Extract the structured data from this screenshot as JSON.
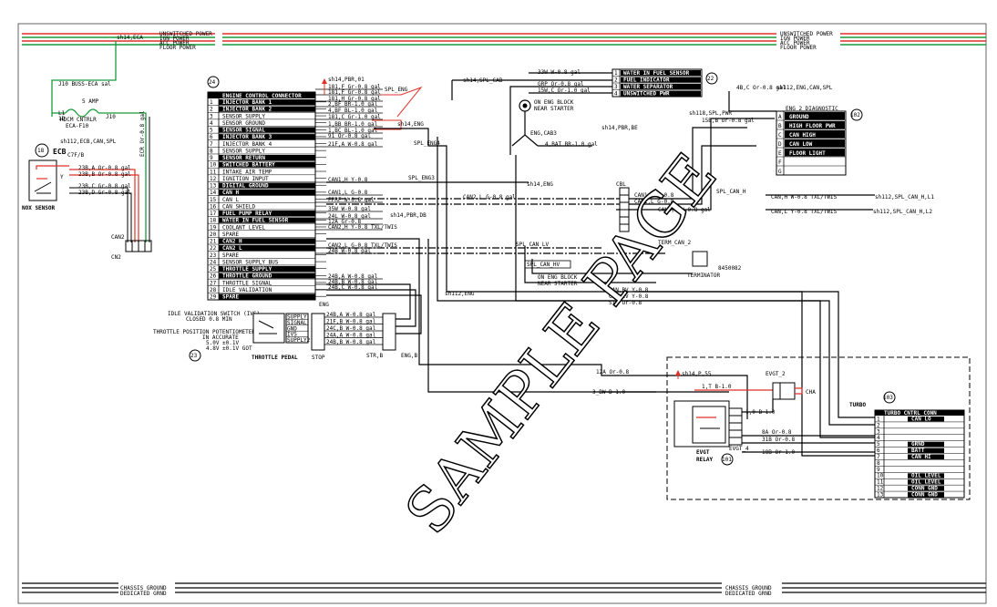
{
  "top_bus": {
    "labels_left": [
      "UNSWITCHED POWER",
      "IGN POWER",
      "ACC POWER",
      "FLOOR POWER"
    ],
    "labels_right": [
      "UNSWITCHED POWER",
      "IGN POWER",
      "ACC POWER",
      "FLOOR POWER"
    ],
    "colors": [
      "#e0322a",
      "#1a9a3a",
      "#e0322a",
      "#1a9a3a"
    ]
  },
  "bottom_bus": {
    "labels_left": [
      "CHASSIS GROUND",
      "DEDICATED GRND"
    ],
    "labels_right": [
      "CHASSIS GROUND",
      "DEDICATED GRND"
    ]
  },
  "left_area": {
    "fuse_ref": "sh14,ECA",
    "fuse_label": "J10 BUSS-ECA sal",
    "fuse_amp": "5 AMP",
    "fuse_name": "HDCM CNTRLR",
    "fuse_sub": "ECA-F10",
    "fuse_pins": [
      "L1",
      "1D",
      "J10"
    ],
    "connector_ecb": "ECB",
    "connector_ecb_sub": "C7F/B",
    "callout_18": "18",
    "sensor_lines": [
      "sh112,ECB,CAN,SPL",
      "Y",
      "23B,A Or-0.8 gal",
      "23B,B Or-0.8 gal",
      "23B,C Gr-0.8 gal",
      "23B,D Gr-0.8 gal"
    ],
    "sensor_name": "NOX SENSOR",
    "vertical_wire": "ECR Or-0.8 gal",
    "cable_labels": [
      "CAN2",
      "CN2"
    ]
  },
  "ecm": {
    "callout": "24",
    "title": "ENGINE CONTROL CONNECTOR",
    "rows": [
      [
        "1",
        "INJECTOR BANK 1"
      ],
      [
        "2",
        "INJECTOR BANK 2"
      ],
      [
        "3",
        "SENSOR SUPPLY"
      ],
      [
        "4",
        "SENSOR GROUND"
      ],
      [
        "5",
        "SENSOR SIGNAL"
      ],
      [
        "6",
        "INJECTOR BANK 3"
      ],
      [
        "7",
        "INJECTOR BANK 4"
      ],
      [
        "8",
        "SENSOR SUPPLY"
      ],
      [
        "9",
        "SENSOR RETURN"
      ],
      [
        "10",
        "SWITCHED BATTERY"
      ],
      [
        "11",
        "INTAKE AIR TEMP"
      ],
      [
        "12",
        "IGNITION INPUT"
      ],
      [
        "13",
        "DIGITAL GROUND"
      ],
      [
        "14",
        "CAN H"
      ],
      [
        "15",
        "CAN L"
      ],
      [
        "16",
        "CAN SHIELD"
      ],
      [
        "17",
        "FUEL PUMP RELAY"
      ],
      [
        "18",
        "WATER IN FUEL SENSOR"
      ],
      [
        "19",
        "COOLANT LEVEL"
      ],
      [
        "20",
        "SPARE"
      ],
      [
        "21",
        "CAN2 H"
      ],
      [
        "22",
        "CAN2 L"
      ],
      [
        "23",
        "SPARE"
      ],
      [
        "24",
        "SENSOR SUPPLY BUS"
      ],
      [
        "25",
        "THROTTLE SUPPLY"
      ],
      [
        "26",
        "THROTTLE GROUND"
      ],
      [
        "27",
        "THROTTLE SIGNAL"
      ],
      [
        "28",
        "IDLE VALIDATION"
      ],
      [
        "29",
        "SPARE"
      ]
    ],
    "connector": "ENG"
  },
  "ecm_wires": [
    "181,F Gr-0.8 gal",
    "181,F Gr-0.8 gal",
    "181,H Gr-0.8 gal",
    "2,BF BR-1.0 gal",
    "4,BF BL-1.0 gal",
    "181,C Gr-1.0 gal",
    "1,BB BR-1.0 gal",
    "1,BC BL-1.0 gal",
    "91 Or-0.8 gal",
    "21F,A W-0.8 gal",
    "CAN1,H Y-0.8",
    "CAN1,L G-0.8",
    "FPRF W-0.8 gal",
    "35W W-0.8 gal",
    "24L W-0.8 gal",
    "12A Gr-0.8",
    "CAN2,H Y-0.8 TXL/TWIS",
    "CAN2,L G-0.8 TXL/TWIS",
    "24B W-0.8 gal",
    "24B,A W-0.8 gal",
    "24B,B W-0.8 gal",
    "24B,C W-0.8 gal"
  ],
  "ecm_refs": [
    "sh14,PBR,01",
    "SPL_ENG",
    "sh14,ENG",
    "SPL_ENG4",
    "sh14,PBR,DB",
    "SPL_ENG3",
    "sh14,ENG",
    "sh14,PBR,BE",
    "sh112,ENG"
  ],
  "top_connector": {
    "callout": "22",
    "rows": [
      [
        "1",
        "WATER IN FUEL SENSOR"
      ],
      [
        "2",
        "FUEL INDICATOR"
      ],
      [
        "3",
        "WATER SEPARATOR"
      ],
      [
        "4",
        "UNSWITCHED PWR"
      ]
    ],
    "wires": [
      "33W W-0.8 gal",
      "GRP Or-0.8 gal",
      "15W,C Or-1.0 gal"
    ],
    "ref": "sh14,SPL_CAB"
  },
  "ground_block": {
    "label": "ON ENG BLOCK",
    "sub": "NEAR STARTER",
    "wire": "ENG,CAB3",
    "wire2": "4,BAT BR-1.0 gal"
  },
  "right_connector": {
    "callout": "102",
    "title": "ENG_2 DIAGNOSTIC",
    "rows": [
      [
        "A",
        "GROUND"
      ],
      [
        "B",
        "HIGH FLOOR PWR"
      ],
      [
        "C",
        "CAN HIGH"
      ],
      [
        "D",
        "CAN LOW"
      ],
      [
        "E",
        "FLOOR LIGHT"
      ],
      [
        "F",
        ""
      ],
      [
        "G",
        ""
      ]
    ],
    "wire": "4B,C Or-0.8 gal",
    "ref": "sh112,ENG,CAN,SPL",
    "ref2": "sh118,SPL,PWR",
    "wire2": "15B,B Or-0.8 gal"
  },
  "can_area": {
    "labels": [
      "CAN1,H Y-0.8",
      "CAN1,L G-0.8",
      "CAN2,H W-0.8 gal",
      "CAN2,L G-0.8 gal"
    ],
    "spl_can": "SPL_CAN_H",
    "ref_r1": "sh112,SPL_CAN_H,L1",
    "ref_r2": "sh112,SPL_CAN_H,L2",
    "wire_r1": "CAN,H W-0.8 TXL/TWIS",
    "wire_r2": "CAN,L Y-0.8 TXL/TWIS",
    "conn": "CBL",
    "term": "TERM_CAN_2",
    "term_sub": "TERMINATOR",
    "part": "8450082",
    "spl2": "SPL_CAN_LV",
    "spl3": "SPL_CAN_HV"
  },
  "lower_ground": {
    "label": "ON ENG BLOCK",
    "sub": "NEAR STARTER",
    "wires": [
      "CAN,BV Y-0.8",
      "CAN,LV Y-0.8",
      "SIB Or-0.8"
    ],
    "ref": "sh112,ENG"
  },
  "throttle": {
    "callout": "23",
    "lines": [
      "IDLE VALIDATION SWITCH (IVS)",
      "CLOSED 0.8 MIN",
      "THROTTLE POSITION POTENTIOMETER",
      "IN ACCURATE",
      "5.0V ±0.1V",
      "4.8V ±0.1V GOT"
    ],
    "name": "THROTTLE PEDAL",
    "pins": [
      "SUPPLY",
      "SIGNAL",
      "GND",
      "IVS",
      "SUPPLY2"
    ],
    "conn": "STOP",
    "wires": [
      "24B,A W-0.8 gal",
      "21F,B W-0.8 gal",
      "24C,B W-0.8 gal",
      "24A,A W-0.8 gal",
      "24B,B W-0.8 gal"
    ],
    "conn2": "STR,B",
    "conn3": "ENG,B"
  },
  "evgt": {
    "wires": [
      "12A Or-0.8",
      "3_BW B-1.0"
    ],
    "ref": "sh14,P,55",
    "conn": "EVGT_2",
    "wire": "1,T B-1.0",
    "relay": "EVGT",
    "relay2": "RELAY",
    "callout": "101",
    "sub": "EVGT_4",
    "w1": "1,0 B-1.0",
    "w2": "8A Or-0.8",
    "w3": "31B Or-0.8",
    "w4": "18B Or-1.0",
    "label_ch": "CHA"
  },
  "turbo": {
    "label": "TURBO",
    "callout": "103",
    "title": "TURBO CNTRL CONN",
    "rows": [
      [
        "1",
        "CAN LO"
      ],
      [
        "2",
        ""
      ],
      [
        "3",
        ""
      ],
      [
        "4",
        ""
      ],
      [
        "5",
        "GRND"
      ],
      [
        "6",
        "BATT"
      ],
      [
        "7",
        "CAN HI"
      ],
      [
        "8",
        ""
      ],
      [
        "9",
        ""
      ],
      [
        "10",
        "OIL LEVEL"
      ],
      [
        "11",
        "OIL LEVEL"
      ],
      [
        "12",
        "CONN GND"
      ],
      [
        "13",
        "CONN GND"
      ]
    ]
  },
  "watermark": "SAMPLE PAGE"
}
